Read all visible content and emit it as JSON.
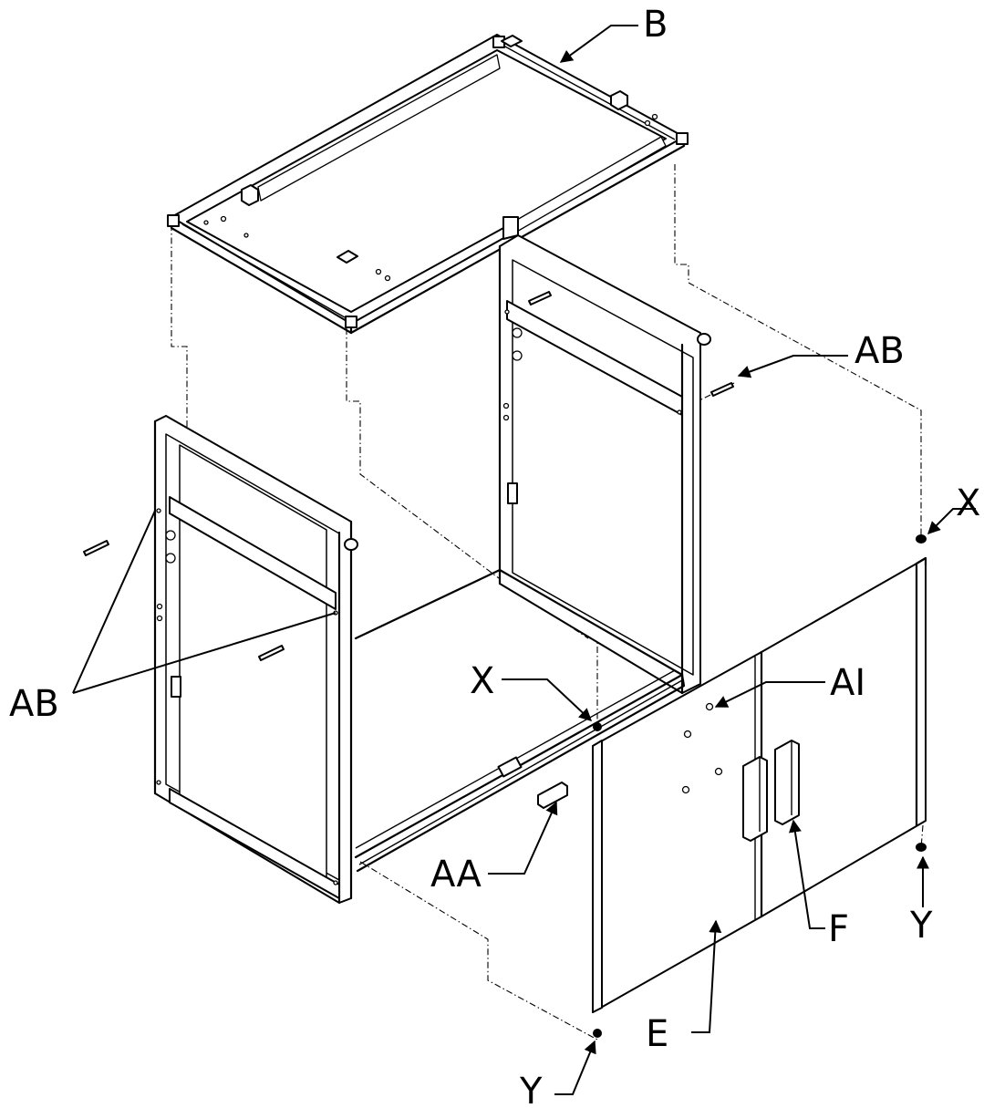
{
  "labels": {
    "b": "B",
    "ab_top": "AB",
    "ab_left": "AB",
    "x_right": "X",
    "x_mid": "X",
    "ai": "AI",
    "aa": "AA",
    "f": "F",
    "y_right": "Y",
    "e": "E",
    "y_bottom": "Y"
  }
}
